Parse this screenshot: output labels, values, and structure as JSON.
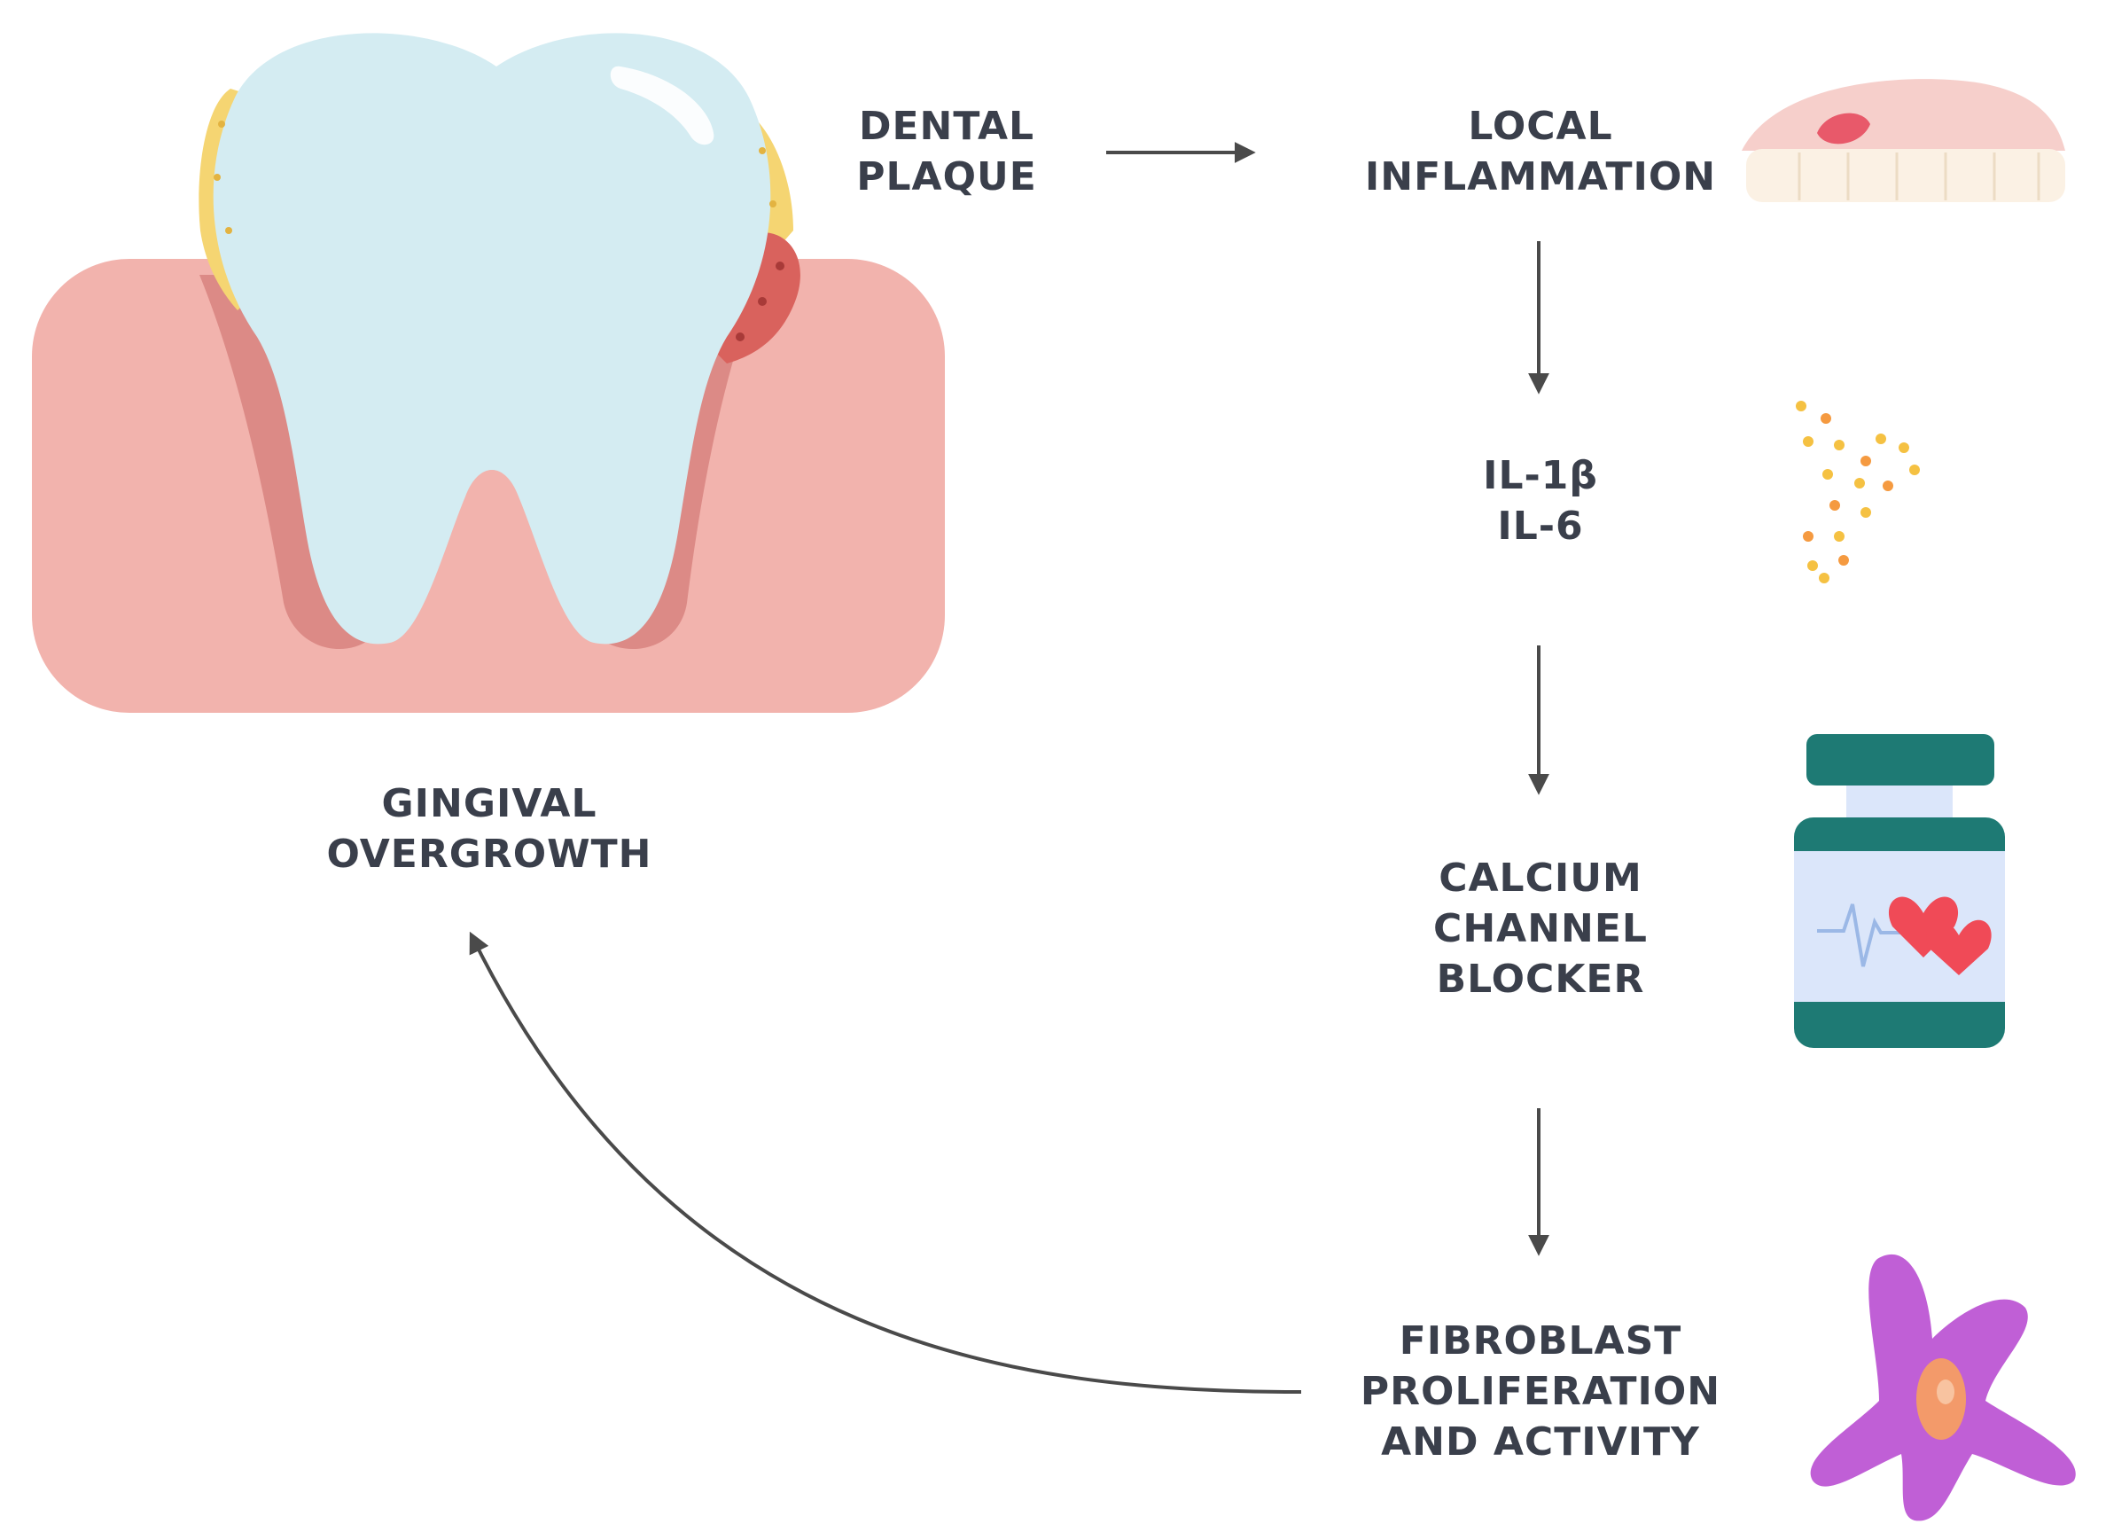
{
  "nodes": {
    "gingival": {
      "lines": [
        "GINGIVAL",
        "OVERGROWTH"
      ]
    },
    "plaque": {
      "lines": [
        "DENTAL",
        "PLAQUE"
      ]
    },
    "inflammation": {
      "lines": [
        "LOCAL",
        "INFLAMMATION"
      ]
    },
    "cytokines": {
      "lines": [
        "IL-1β",
        "IL-6"
      ]
    },
    "ccb": {
      "lines": [
        "CALCIUM",
        "CHANNEL",
        "BLOCKER"
      ]
    },
    "fibroblast": {
      "lines": [
        "FIBROBLAST",
        "PROLIFERATION",
        "AND ACTIVITY"
      ]
    }
  },
  "icons": {
    "tooth": "tooth-in-gum-icon",
    "gums": "inflamed-gums-icon",
    "cytokines": "cytokine-dots-icon",
    "pill": "medicine-bottle-icon",
    "fibroblast": "fibroblast-cell-icon"
  },
  "colors": {
    "text": "#3a3f4b",
    "arrow": "#4a4a4a",
    "gum": "#f2b3ad",
    "gum_line": "#dc8a86",
    "tooth": "#d4ecf2",
    "plaque": "#f5d572",
    "inflamed": "#d9625d",
    "bottle": "#1e7a74",
    "bottle_label": "#dbe6fa",
    "heart": "#f04a57",
    "cell": "#c05fd6",
    "nucleus": "#f39a6a"
  }
}
